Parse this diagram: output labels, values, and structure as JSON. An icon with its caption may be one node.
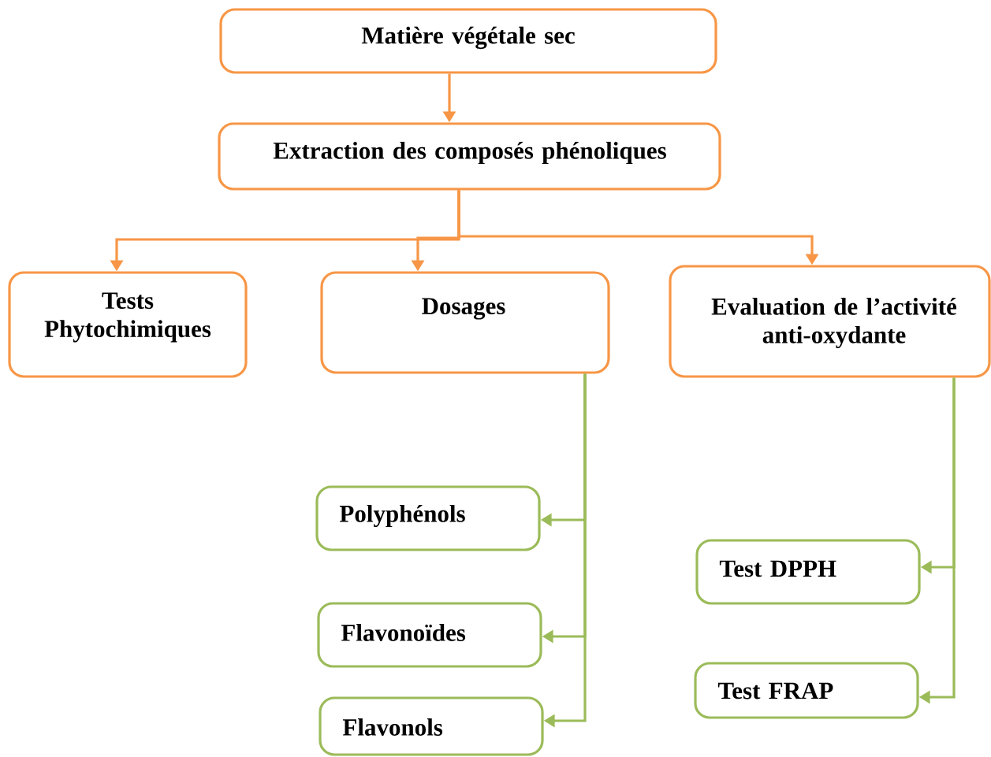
{
  "diagram": {
    "nodes": [
      {
        "text": [
          "Matière végétale sec"
        ]
      },
      {
        "text": [
          "Extraction des composés phénoliques"
        ]
      },
      {
        "text": [
          "Tests Phytochimiques"
        ]
      },
      {
        "text": [
          "Dosages"
        ]
      },
      {
        "text": [
          "Evaluation de l’activité anti-oxydante"
        ]
      },
      {
        "text": [
          "Polyphénols"
        ]
      },
      {
        "text": [
          "Flavonoïdes"
        ]
      },
      {
        "text": [
          "Flavonols"
        ]
      },
      {
        "text": [
          "Test DPPH"
        ]
      },
      {
        "text": [
          "Test FRAP"
        ]
      }
    ],
    "edges": [
      {
        "from": 0,
        "to": 1,
        "arrow": "to",
        "color": "#f79646"
      },
      {
        "from": 1,
        "to": 2,
        "arrow": "to",
        "color": "#f79646"
      },
      {
        "from": 1,
        "to": 3,
        "arrow": "to",
        "color": "#f79646"
      },
      {
        "from": 1,
        "to": 4,
        "arrow": "to",
        "color": "#f79646"
      },
      {
        "from": 3,
        "to": 5,
        "arrow": "to"
      },
      {
        "from": 3,
        "to": 6,
        "arrow": "to"
      },
      {
        "from": 3,
        "to": 7,
        "arrow": "to"
      },
      {
        "from": 4,
        "to": 8,
        "arrow": "to"
      },
      {
        "from": 4,
        "to": 9,
        "arrow": "to"
      }
    ]
  }
}
